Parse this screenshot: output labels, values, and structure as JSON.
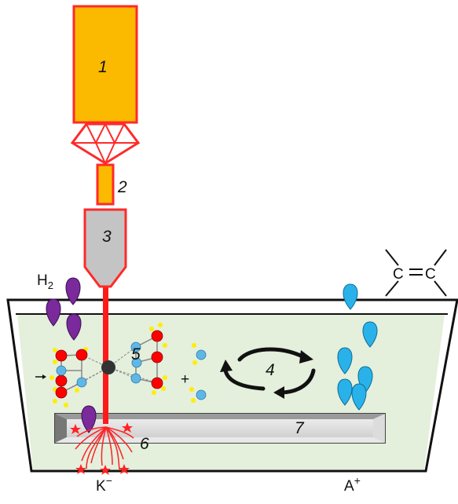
{
  "diagram": {
    "numbered_labels": [
      "1",
      "2",
      "3",
      "4",
      "5",
      "6",
      "7"
    ],
    "hydrogen": {
      "main": "H",
      "subscript": "2"
    },
    "plus_sign": "+",
    "cathode_label": {
      "main": "K",
      "superscript": "−"
    },
    "anode_label": {
      "main": "A",
      "superscript": "+"
    },
    "alkene": {
      "left": "C",
      "right": "C"
    },
    "colors": {
      "box_fill": "#fbb900",
      "outline_red": "#ff2a2a",
      "beam_red": "#ff1a1a",
      "focus_gray": "#c4c4c4",
      "liquid": "#e4efdc",
      "hydrogen_drop": "#7a2a9a",
      "anode_drop": "#29b2ea",
      "atom_red": "#ff0000",
      "atom_blue": "#5fb7e6",
      "atom_yellow": "#ffee00",
      "center_atom": "#333333"
    },
    "icons": [
      "arrow-cycle-icon",
      "spark-icon",
      "drop-icon"
    ]
  }
}
